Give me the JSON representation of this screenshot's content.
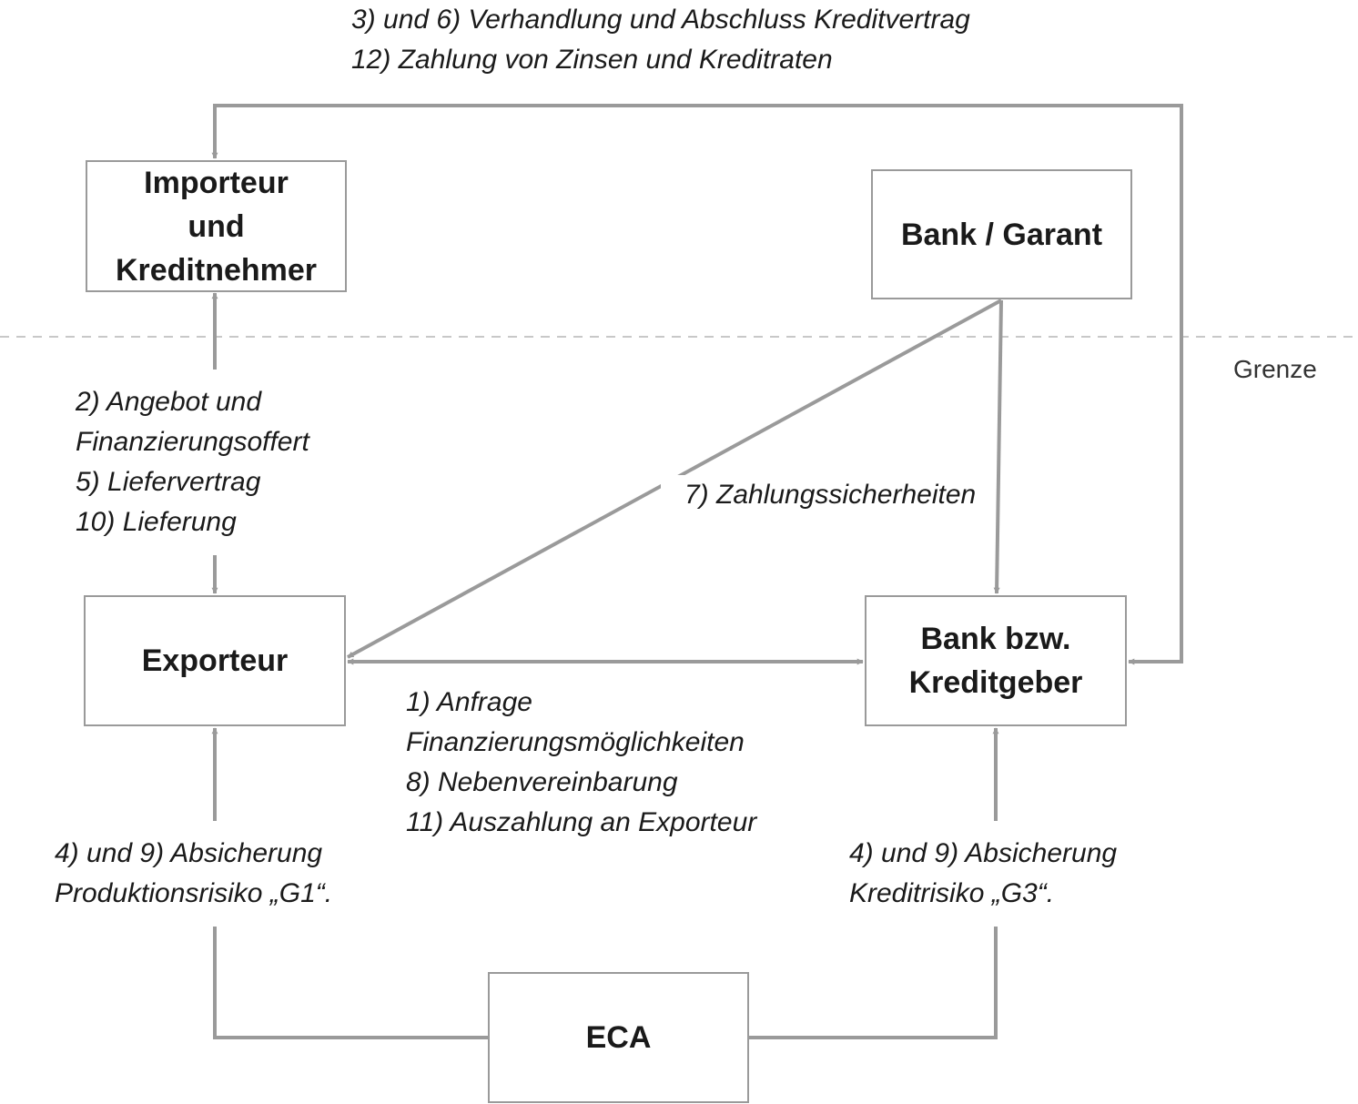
{
  "boxes": {
    "importer": {
      "lines": [
        "Importeur",
        "und",
        "Kreditnehmer"
      ]
    },
    "bank_garant": {
      "lines": [
        "Bank / Garant"
      ]
    },
    "exporter": {
      "lines": [
        "Exporteur"
      ]
    },
    "bank_creditor": {
      "lines": [
        "Bank bzw.",
        "Kreditgeber"
      ]
    },
    "eca": {
      "lines": [
        "ECA"
      ]
    }
  },
  "labels": {
    "top": [
      "3) und 6) Verhandlung und Abschluss Kreditvertrag",
      "12) Zahlung von Zinsen und Kreditraten"
    ],
    "left_middle": [
      "2) Angebot und",
      "Finanzierungsoffert",
      "5) Liefervertrag",
      "10) Lieferung"
    ],
    "securities": [
      "7) Zahlungssicherheiten"
    ],
    "center_bottom": [
      "1) Anfrage",
      "Finanzierungsmöglichkeiten",
      "8) Nebenvereinbarung",
      "11) Auszahlung an Exporteur"
    ],
    "bottom_left": [
      "4) und 9) Absicherung",
      "Produktionsrisiko „G1“."
    ],
    "bottom_right": [
      "4) und 9) Absicherung",
      "Kreditrisiko „G3“."
    ]
  },
  "border_label": "Grenze",
  "colors": {
    "line": "#9a9a9a",
    "dashed": "#c8c8c8",
    "text": "#1a1a1a"
  }
}
